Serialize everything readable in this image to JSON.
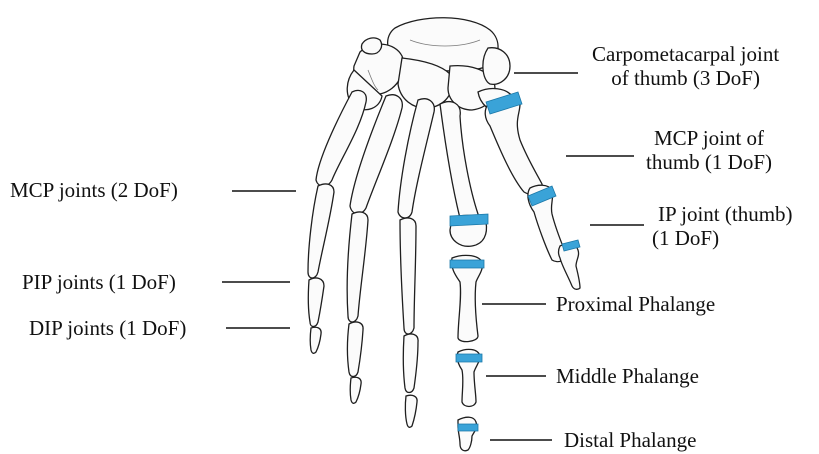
{
  "labels": {
    "cmc_thumb_line1": "Carpometacarpal joint",
    "cmc_thumb_line2": "of thumb (3 DoF)",
    "mcp_thumb_line1": "MCP joint of",
    "mcp_thumb_line2": "thumb (1 DoF)",
    "ip_thumb_line1": "IP joint (thumb)",
    "ip_thumb_line2": "(1 DoF)",
    "mcp_joints": "MCP joints (2 DoF)",
    "pip_joints": "PIP joints (1 DoF)",
    "dip_joints": "DIP joints (1 DoF)",
    "proximal_phalange": "Proximal Phalange",
    "middle_phalange": "Middle Phalange",
    "distal_phalange": "Distal Phalange"
  },
  "colors": {
    "joint_highlight": "#3aa3d8",
    "bone_outline": "#1f1f1f",
    "text": "#111111"
  }
}
